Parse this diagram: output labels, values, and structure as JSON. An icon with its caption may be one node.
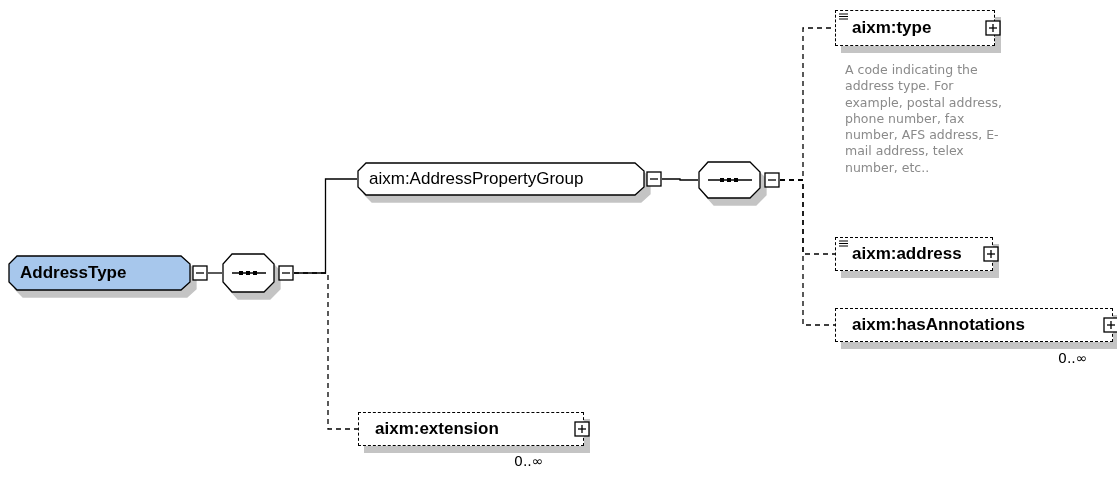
{
  "diagram": {
    "nodes": [
      {
        "text": [
          "AddressType"
        ]
      },
      {
        "text": [],
        "shape": "octagon"
      },
      {
        "text": [
          "aixm:AddressPropertyGroup"
        ]
      },
      {
        "text": [],
        "shape": "octagon"
      },
      {
        "text": [
          "aixm:type"
        ],
        "beside": [
          "A code indicating the address type. For example, postal address, phone number, fax number, AFS address, E-mail address, telex number, etc.."
        ]
      },
      {
        "text": [
          "aixm:address"
        ]
      },
      {
        "text": [
          "aixm:hasAnnotations"
        ],
        "beside": [
          "0..∞"
        ]
      },
      {
        "text": [
          "aixm:extension"
        ],
        "beside": [
          "0..∞"
        ]
      }
    ],
    "edges": [
      {
        "from": 0,
        "to": 1,
        "arrow": "none"
      },
      {
        "from": 1,
        "to": 2,
        "arrow": "none"
      },
      {
        "from": 1,
        "to": 7,
        "arrow": "none",
        "style": "dashed"
      },
      {
        "from": 2,
        "to": 3,
        "arrow": "none"
      },
      {
        "from": 3,
        "to": 4,
        "arrow": "none",
        "style": "dashed"
      },
      {
        "from": 3,
        "to": 5,
        "arrow": "none",
        "style": "dashed"
      },
      {
        "from": 3,
        "to": 6,
        "arrow": "none",
        "style": "dashed"
      }
    ]
  }
}
